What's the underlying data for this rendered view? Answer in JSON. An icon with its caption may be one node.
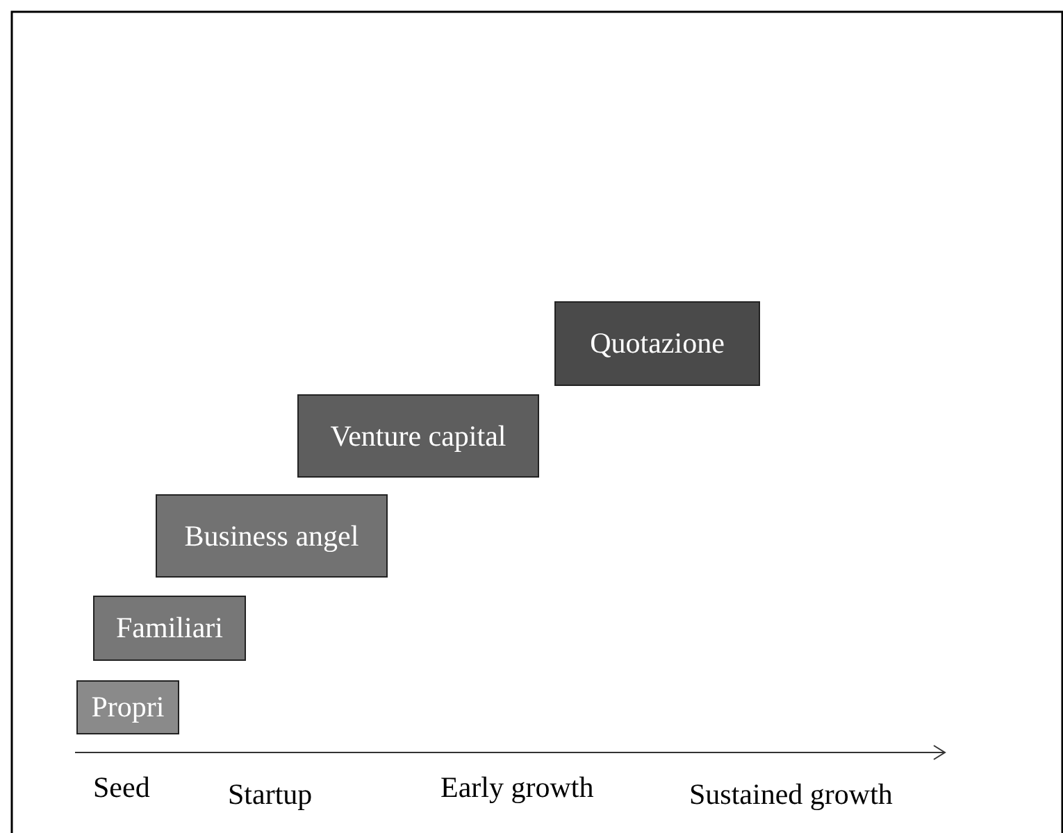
{
  "diagram": {
    "nodes": [
      {
        "text": [
          "Propri"
        ]
      },
      {
        "text": [
          "Familiari"
        ]
      },
      {
        "text": [
          "Business angel"
        ]
      },
      {
        "text": [
          "Venture capital"
        ]
      },
      {
        "text": [
          "Quotazione"
        ]
      }
    ],
    "labels": [
      "Seed",
      "Startup",
      "Early growth",
      "Sustained growth"
    ]
  }
}
